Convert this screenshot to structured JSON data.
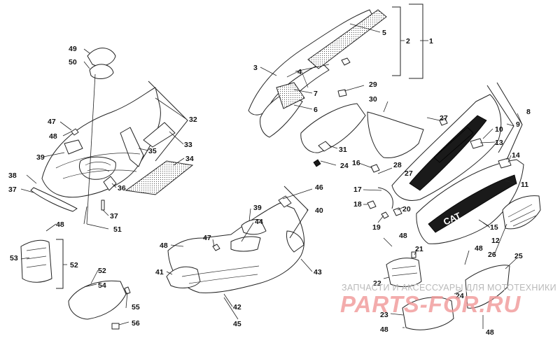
{
  "diagram": {
    "callouts": [
      "1",
      "2",
      "3",
      "4",
      "5",
      "6",
      "7",
      "8",
      "9",
      "10",
      "11",
      "12",
      "13",
      "14",
      "15",
      "16",
      "17",
      "18",
      "19",
      "20",
      "21",
      "22",
      "23",
      "24",
      "25",
      "26",
      "27",
      "28",
      "29",
      "30",
      "31",
      "32",
      "33",
      "34",
      "35",
      "36",
      "37",
      "38",
      "39",
      "40",
      "41",
      "42",
      "43",
      "44",
      "45",
      "46",
      "47",
      "48",
      "49",
      "50",
      "51",
      "52",
      "53",
      "54",
      "55",
      "56"
    ],
    "decal_text": "CAT"
  },
  "watermark": {
    "line": "ЗАПЧАСТИ И АКСЕССУАРЫ ДЛЯ МОТОТЕХНИКИ",
    "logo": "PARTS-FOR.RU",
    "color": "#f19a9a"
  }
}
